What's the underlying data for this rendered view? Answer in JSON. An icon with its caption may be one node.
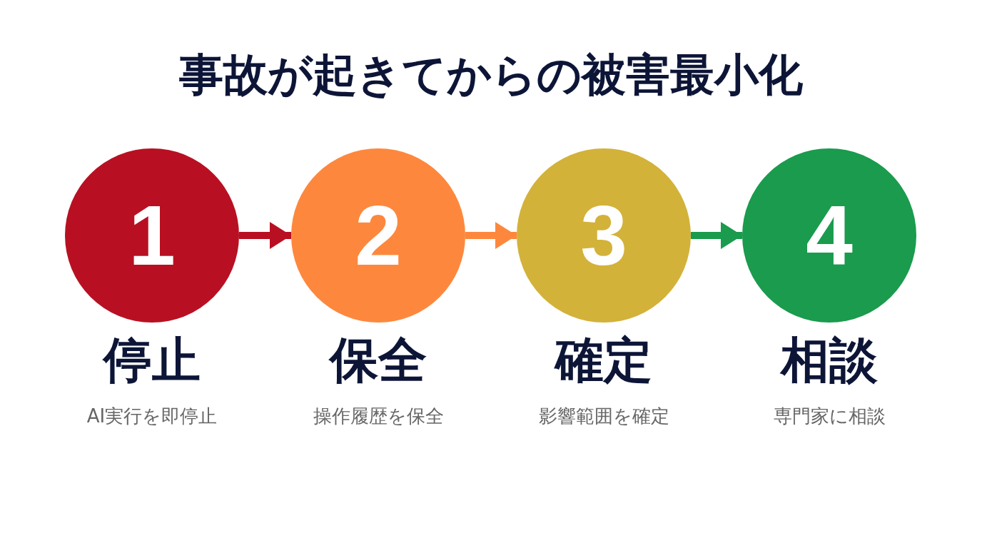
{
  "diagram": {
    "title": "事故が起きてからの被害最小化",
    "nodes": [
      {
        "text": [
          "1"
        ],
        "beside": [
          "停止",
          "AI実行を即停止"
        ]
      },
      {
        "text": [
          "2"
        ],
        "beside": [
          "保全",
          "操作履歴を保全"
        ]
      },
      {
        "text": [
          "3"
        ],
        "beside": [
          "確定",
          "影響範囲を確定"
        ]
      },
      {
        "text": [
          "4"
        ],
        "beside": [
          "相談",
          "専門家に相談"
        ]
      }
    ],
    "edges": [
      {
        "from": 0,
        "to": 1,
        "arrow": "to",
        "color": "#b81022"
      },
      {
        "from": 1,
        "to": 2,
        "arrow": "to",
        "color": "#fd883d"
      },
      {
        "from": 2,
        "to": 3,
        "arrow": "to",
        "color": "#1a9b4d"
      }
    ]
  }
}
